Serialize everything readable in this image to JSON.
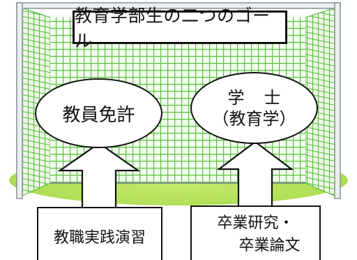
{
  "title": "教育学部生の二つのゴール",
  "goals": {
    "left": "教員免許",
    "right_line1": "学士",
    "right_line2": "（教育学）"
  },
  "sources": {
    "left": "教職実践演習",
    "right_line1": "卒業研究・",
    "right_line2": "卒業論文"
  },
  "colors": {
    "field": "#b6e35e",
    "net": "#55c23c",
    "post": "#e8ecee",
    "outline": "#111111"
  }
}
